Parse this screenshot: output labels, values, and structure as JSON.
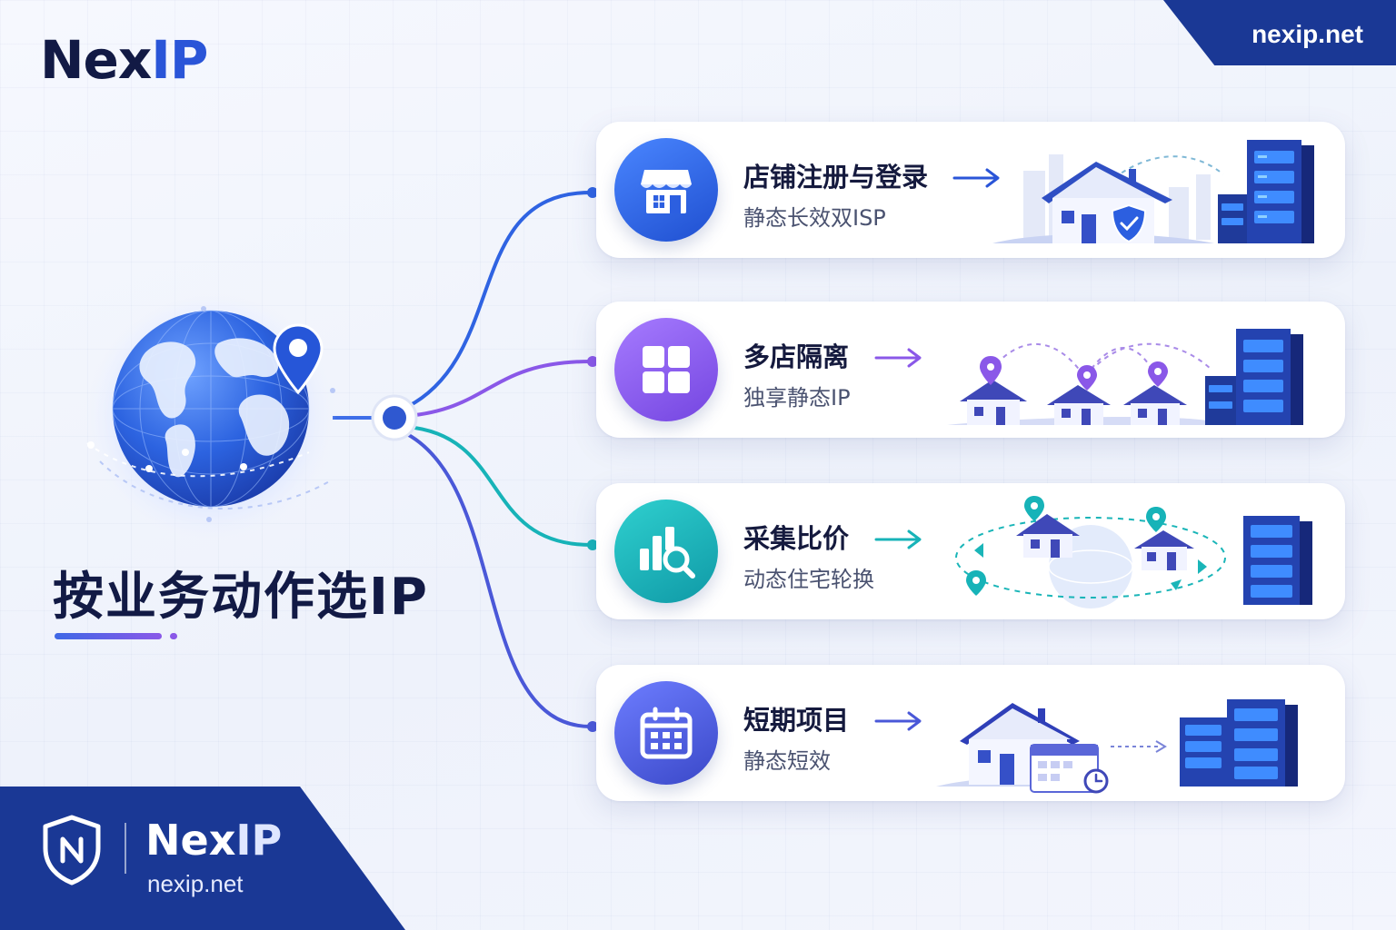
{
  "brand": {
    "name_prefix": "Nex",
    "name_suffix": "IP",
    "url": "nexip.net"
  },
  "headline": "按业务动作选IP",
  "colors": {
    "navy": "#1a3895",
    "blue": "#2a55d8",
    "purple": "#8a58e8",
    "teal": "#17b3b8",
    "indigo": "#4a58d8"
  },
  "cards": [
    {
      "title": "店铺注册与登录",
      "subtitle": "静态长效双ISP",
      "icon": "storefront-icon",
      "color": "#2a60e0"
    },
    {
      "title": "多店隔离",
      "subtitle": "独享静态IP",
      "icon": "grid-icon",
      "color": "#8a58e8"
    },
    {
      "title": "采集比价",
      "subtitle": "动态住宅轮换",
      "icon": "chart-search-icon",
      "color": "#17b3b8"
    },
    {
      "title": "短期项目",
      "subtitle": "静态短效",
      "icon": "calendar-icon",
      "color": "#4a58d8"
    }
  ]
}
